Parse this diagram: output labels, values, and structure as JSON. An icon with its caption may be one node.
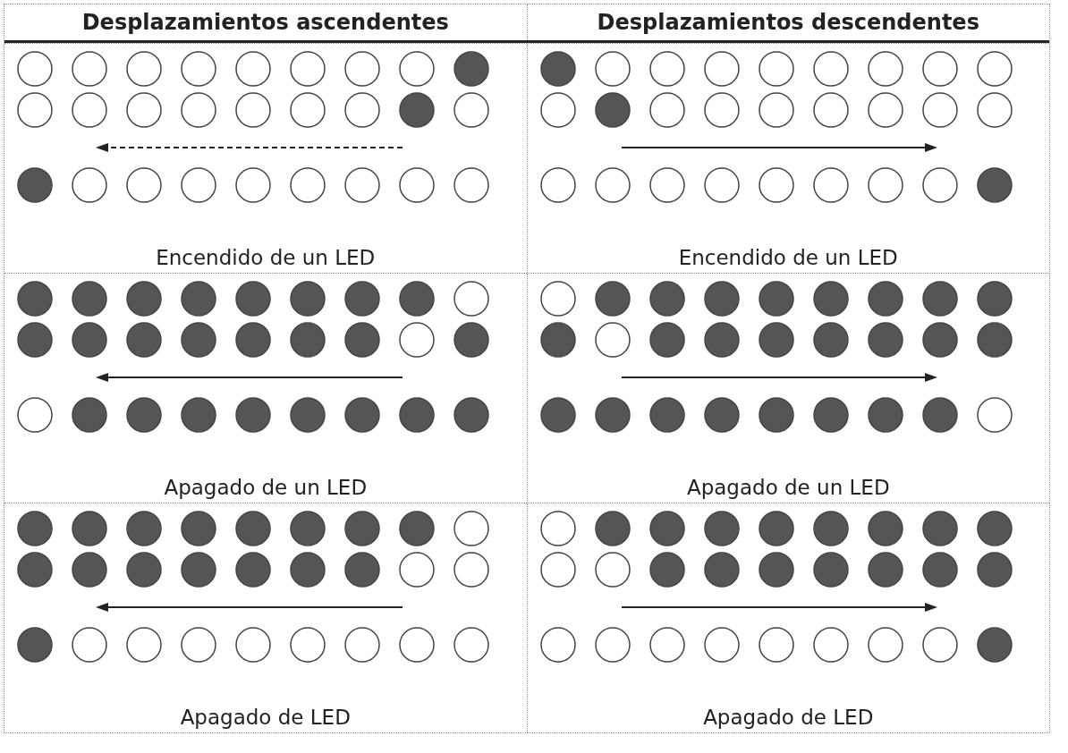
{
  "diagram": {
    "labels": [
      "Desplazamientos ascendentes",
      "Desplazamientos descendentes",
      "Encendido de un LED",
      "Encendido de un LED",
      "Apagado de un LED",
      "Apagado de un LED",
      "Apagado de LED",
      "Apagado de LED"
    ]
  }
}
